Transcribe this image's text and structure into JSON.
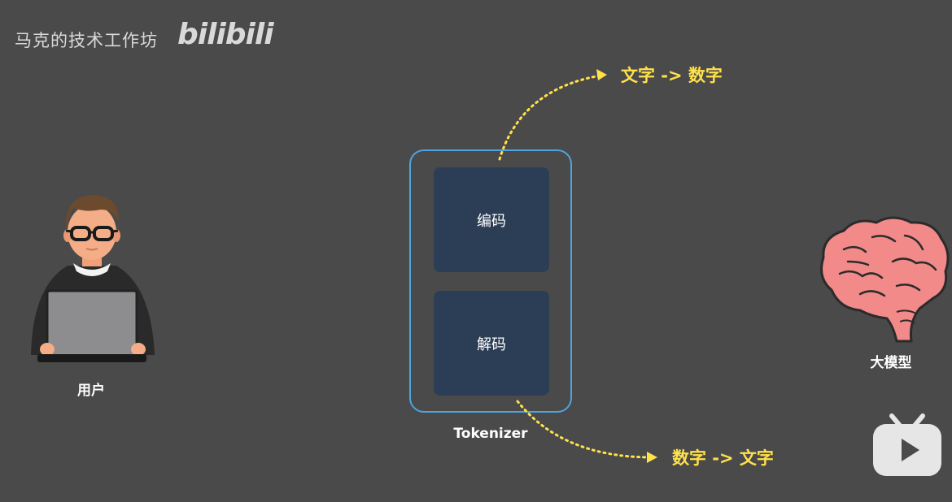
{
  "watermark": {
    "channel": "马克的技术工作坊",
    "logo": "bilibili"
  },
  "tokenizer": {
    "label": "Tokenizer",
    "encode": "编码",
    "decode": "解码"
  },
  "arrows": {
    "encode_result": "文字 -> 数字",
    "decode_result": "数字 -> 文字"
  },
  "user": {
    "label": "用户"
  },
  "model": {
    "label": "大模型"
  },
  "colors": {
    "background": "#4a4a4a",
    "box": "#2c3e55",
    "outline": "#4fa3e0",
    "arrow": "#ffe14a"
  }
}
